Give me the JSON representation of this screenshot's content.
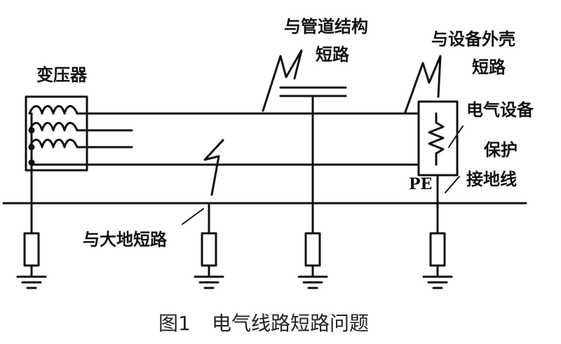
{
  "labels": {
    "transformer": "变压器",
    "pipe_short_line1": "与管道结构",
    "pipe_short_line2": "短路",
    "casing_short_line1": "与设备外壳",
    "casing_short_line2": "短路",
    "equipment": "电气设备",
    "protect_line1": "保护",
    "protect_line2": "接地线",
    "pe": "PE",
    "ground_short": "与大地短路"
  },
  "caption": {
    "figure_no": "图1",
    "title": "电气线路短路问题"
  },
  "colors": {
    "ink": "#111111",
    "caption": "#222222",
    "background": "#ffffff"
  }
}
